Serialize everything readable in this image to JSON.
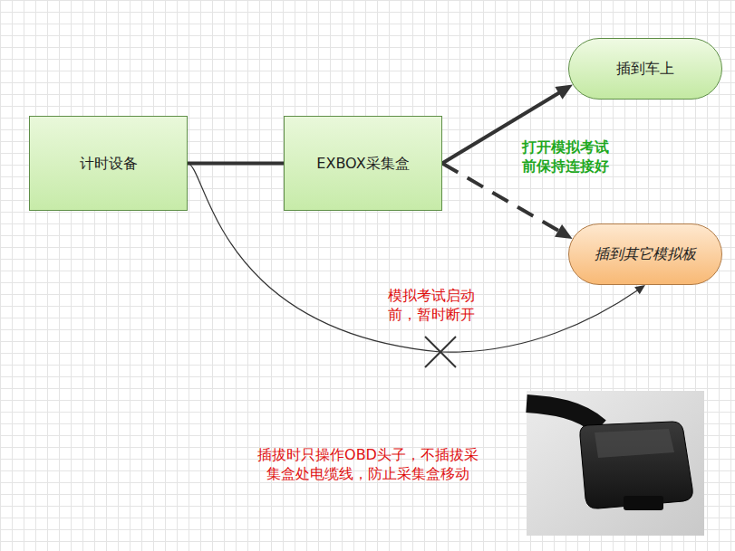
{
  "diagram": {
    "nodes": [
      {
        "text": [
          "计时设备"
        ]
      },
      {
        "text": [
          "EXBOX采集盒"
        ]
      },
      {
        "text": [
          "插到车上"
        ]
      },
      {
        "text": [
          "插到其它模拟板"
        ]
      }
    ],
    "edges": [
      {
        "from": 0,
        "to": 1,
        "arrow": "none"
      },
      {
        "from": 1,
        "to": 2,
        "arrow": "to",
        "label": "打开模拟考试前保持连接好"
      },
      {
        "from": 1,
        "to": 3,
        "arrow": "to"
      },
      {
        "from": 0,
        "to": 3,
        "arrow": "to",
        "label": "模拟考试启动前，暂时断开"
      }
    ],
    "labels": [
      "插拔时只操作OBD头子，不插拔采集盒处电缆线，防止采集盒移动"
    ]
  }
}
